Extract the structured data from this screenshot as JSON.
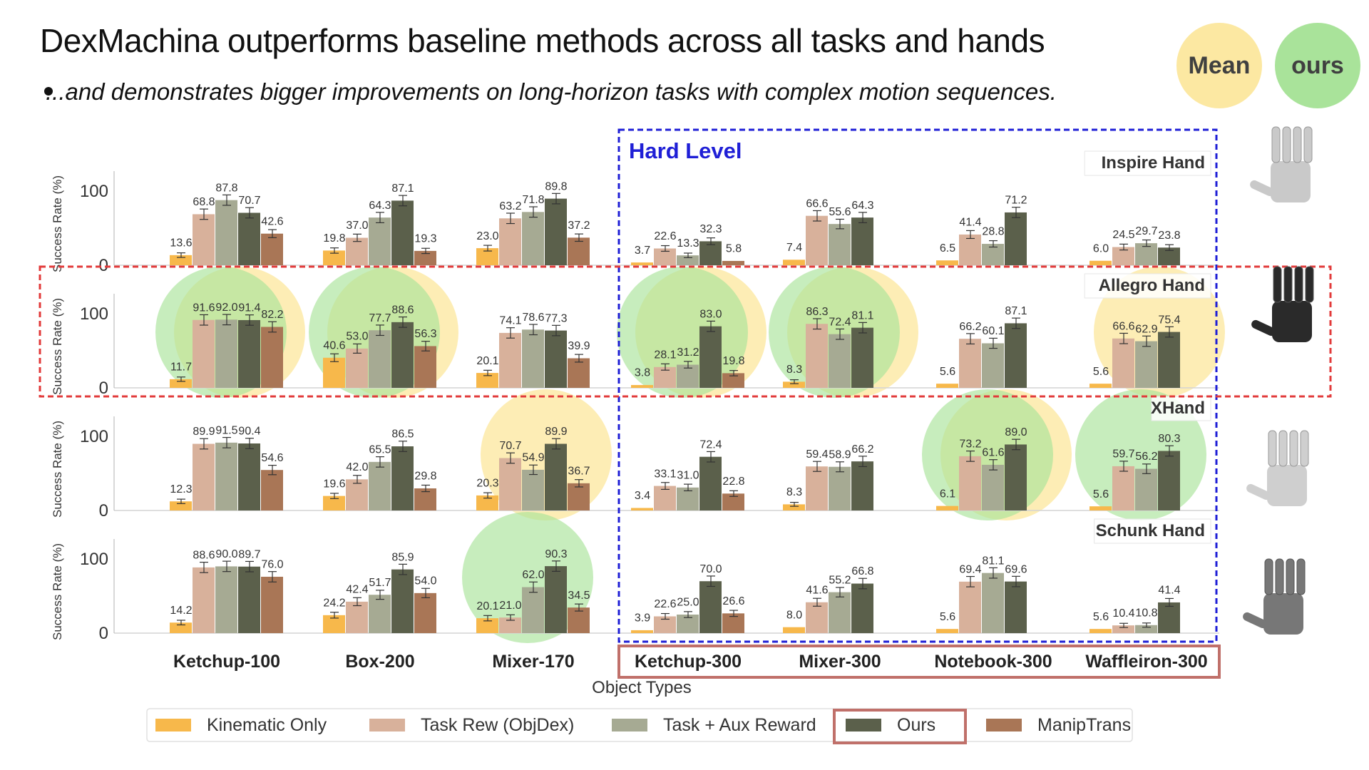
{
  "slide": {
    "title": "DexMachina outperforms baseline methods across all tasks and hands",
    "subtitle": "...and demonstrates bigger improvements on long-horizon tasks with complex motion sequences.",
    "badges": {
      "mean": "Mean",
      "ours": "ours"
    },
    "hard_level_label": "Hard Level"
  },
  "colors": {
    "kinematic": "#f7b84b",
    "task_rew": "#d8b19b",
    "task_aux": "#a6aa93",
    "ours": "#5b604b",
    "maniptrans": "#a97656",
    "hard_box": "#1f1fd6",
    "allegro_box": "#e23a3a",
    "highlight_box": "#c0706a",
    "mean_circle": "#fce8a2",
    "ours_circle": "#a9e39a"
  },
  "chart_data": {
    "type": "bar",
    "xlabel": "Object Types",
    "ylabel": "Success Rate (%)",
    "ylim": [
      0,
      100
    ],
    "yticks": [
      0,
      100
    ],
    "categories": [
      "Ketchup-100",
      "Box-200",
      "Mixer-170",
      "Ketchup-300",
      "Mixer-300",
      "Notebook-300",
      "Waffleiron-300"
    ],
    "series_names": [
      "Kinematic Only",
      "Task Rew (ObjDex)",
      "Task + Aux Reward",
      "Ours",
      "ManipTrans"
    ],
    "panels": [
      {
        "hand": "Inspire Hand",
        "values": [
          [
            13.6,
            68.8,
            87.8,
            70.7,
            42.6
          ],
          [
            19.8,
            37.0,
            64.3,
            87.1,
            19.3
          ],
          [
            23.0,
            63.2,
            71.8,
            89.8,
            37.2
          ],
          [
            3.7,
            22.6,
            13.3,
            32.3,
            5.8
          ],
          [
            7.4,
            66.6,
            55.6,
            64.3,
            null
          ],
          [
            6.5,
            41.4,
            28.8,
            71.2,
            null
          ],
          [
            6.0,
            24.5,
            29.7,
            23.8,
            null
          ]
        ],
        "labels": [
          [
            "13.6",
            "68.8",
            "87.8",
            "70.7",
            "42.6"
          ],
          [
            "19.8",
            "37.0",
            "64.3",
            "87.1",
            "19.3"
          ],
          [
            "23.0",
            "63.2",
            "71.8",
            "89.8",
            "37.2"
          ],
          [
            "3.7",
            "22.6",
            "13.3",
            "32.3",
            "5.8"
          ],
          [
            "7.4",
            "66.6",
            "55.6",
            "64.3",
            ""
          ],
          [
            "6.5",
            "41.4",
            "28.8",
            "71.2",
            ""
          ],
          [
            "6.0",
            "24.5",
            "29.7",
            "23.8",
            ""
          ]
        ],
        "mean_circles": [],
        "ours_circles": []
      },
      {
        "hand": "Allegro Hand",
        "values": [
          [
            11.7,
            91.6,
            92.0,
            91.4,
            82.2
          ],
          [
            40.6,
            53.0,
            77.7,
            88.6,
            56.3
          ],
          [
            20.1,
            74.1,
            78.6,
            77.3,
            39.9
          ],
          [
            3.8,
            28.1,
            31.2,
            83.0,
            19.8
          ],
          [
            8.3,
            86.3,
            72.4,
            81.1,
            null
          ],
          [
            5.6,
            66.2,
            60.1,
            87.1,
            null
          ],
          [
            5.6,
            66.6,
            62.9,
            75.4,
            null
          ]
        ],
        "labels": [
          [
            "11.7",
            "91.6",
            "92.0",
            "91.4",
            "82.2"
          ],
          [
            "40.6",
            "53.0",
            "77.7",
            "88.6",
            "56.3"
          ],
          [
            "20.1",
            "74.1",
            "78.6",
            "77.3",
            "39.9"
          ],
          [
            "3.8",
            "28.1",
            "31.2",
            "83.0",
            "19.8"
          ],
          [
            "8.3",
            "86.3",
            "72.4",
            "81.1",
            ""
          ],
          [
            "5.6",
            "66.2",
            "60.1",
            "87.1",
            ""
          ],
          [
            "5.6",
            "66.6",
            "62.9",
            "75.4",
            ""
          ]
        ],
        "mean_circles": [
          0,
          1,
          3,
          4,
          6
        ],
        "ours_circles": [
          0,
          1,
          3,
          4
        ]
      },
      {
        "hand": "XHand",
        "values": [
          [
            12.3,
            89.9,
            91.5,
            90.4,
            54.6
          ],
          [
            19.6,
            42.0,
            65.5,
            86.5,
            29.8
          ],
          [
            20.3,
            70.7,
            54.9,
            89.9,
            36.7
          ],
          [
            3.4,
            33.1,
            31.0,
            72.4,
            22.8
          ],
          [
            8.3,
            59.4,
            58.9,
            66.2,
            null
          ],
          [
            6.1,
            73.2,
            61.6,
            89.0,
            null
          ],
          [
            5.6,
            59.7,
            56.2,
            80.3,
            null
          ]
        ],
        "labels": [
          [
            "12.3",
            "89.9",
            "91.5",
            "90.4",
            "54.6"
          ],
          [
            "19.6",
            "42.0",
            "65.5",
            "86.5",
            "29.8"
          ],
          [
            "20.3",
            "70.7",
            "54.9",
            "89.9",
            "36.7"
          ],
          [
            "3.4",
            "33.1",
            "31.0",
            "72.4",
            "22.8"
          ],
          [
            "8.3",
            "59.4",
            "58.9",
            "66.2",
            ""
          ],
          [
            "6.1",
            "73.2",
            "61.6",
            "89.0",
            ""
          ],
          [
            "5.6",
            "59.7",
            "56.2",
            "80.3",
            ""
          ]
        ],
        "mean_circles": [
          2,
          5
        ],
        "ours_circles": [
          5,
          6
        ]
      },
      {
        "hand": "Schunk Hand",
        "values": [
          [
            14.2,
            88.6,
            90.0,
            89.7,
            76.0
          ],
          [
            24.2,
            42.4,
            51.7,
            85.9,
            54.0
          ],
          [
            20.1,
            21.0,
            62.0,
            90.3,
            34.5
          ],
          [
            3.9,
            22.6,
            25.0,
            70.0,
            26.6
          ],
          [
            8.0,
            41.6,
            55.2,
            66.8,
            null
          ],
          [
            5.6,
            69.4,
            81.1,
            69.6,
            null
          ],
          [
            5.6,
            10.4,
            10.8,
            41.4,
            null
          ]
        ],
        "labels": [
          [
            "14.2",
            "88.6",
            "90.0",
            "89.7",
            "76.0"
          ],
          [
            "24.2",
            "42.4",
            "51.7",
            "85.9",
            "54.0"
          ],
          [
            "20.1",
            "21.0",
            "62.0",
            "90.3",
            "34.5"
          ],
          [
            "3.9",
            "22.6",
            "25.0",
            "70.0",
            "26.6"
          ],
          [
            "8.0",
            "41.6",
            "55.2",
            "66.8",
            ""
          ],
          [
            "5.6",
            "69.4",
            "81.1",
            "69.6",
            ""
          ],
          [
            "5.6",
            "10.4",
            "10.8",
            "41.4",
            ""
          ]
        ],
        "mean_circles": [],
        "ours_circles": [
          2
        ]
      }
    ]
  }
}
